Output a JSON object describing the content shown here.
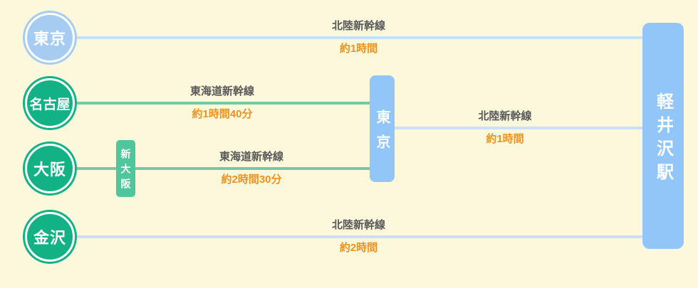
{
  "diagram": {
    "description_colors": {
      "background": "#FBF8DB",
      "origin_blue": "#A6CCF2",
      "origin_green": "#12B285",
      "line_blue": "#C9E0F8",
      "line_green": "#79C8A3",
      "via_box_green": "#4FC69B",
      "via_box_blue": "#93C6F8",
      "route_name_text": "#595757",
      "route_time_text": "#F2911D"
    },
    "origins": [
      {
        "label": "東京"
      },
      {
        "label": "名古屋"
      },
      {
        "label": "大阪"
      },
      {
        "label": "金沢"
      }
    ],
    "via_stations": {
      "shin_osaka": "新大阪",
      "tokyo": "東京"
    },
    "destination": "軽井沢駅",
    "routes": [
      {
        "from": "東京",
        "line": "北陸新幹線",
        "time": "約1時間"
      },
      {
        "from": "名古屋",
        "line": "東海道新幹線",
        "time": "約1時間40分"
      },
      {
        "from": "大阪",
        "line": "東海道新幹線",
        "time": "約2時間30分"
      },
      {
        "from": "東京",
        "line": "北陸新幹線",
        "time": "約1時間"
      },
      {
        "from": "金沢",
        "line": "北陸新幹線",
        "time": "約2時間"
      }
    ]
  }
}
